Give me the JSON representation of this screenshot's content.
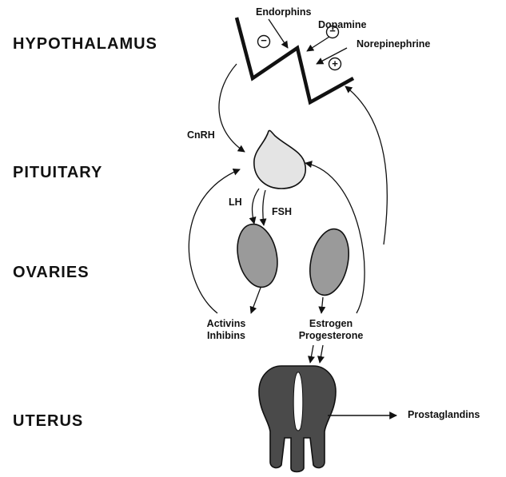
{
  "organs": {
    "hypothalamus": "HYPOTHALAMUS",
    "pituitary": "PITUITARY",
    "ovaries": "OVARIES",
    "uterus": "UTERUS"
  },
  "labels": {
    "endorphins": "Endorphins",
    "dopamine": "Dopamine",
    "norepinephrine": "Norepinephrine",
    "gnrh": "CnRH",
    "lh": "LH",
    "fsh": "FSH",
    "activins": "Activins",
    "inhibins": "Inhibins",
    "estrogen": "Estrogen",
    "progesterone": "Progesterone",
    "prostaglandins": "Prostaglandins"
  },
  "signs": {
    "minus": "−",
    "plus": "+"
  },
  "colors": {
    "line": "#111111",
    "pituitary_fill": "#e4e4e4",
    "ovary_fill": "#9a9a9a",
    "uterus_fill": "#4a4a4a"
  }
}
